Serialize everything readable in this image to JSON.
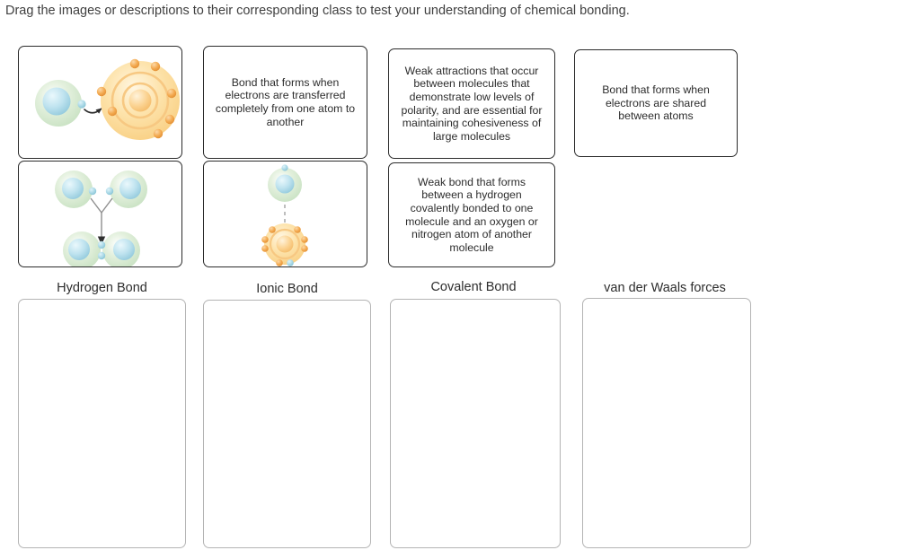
{
  "instruction": "Drag the images or descriptions to their corresponding class to test your understanding of chemical bonding.",
  "cards": {
    "ionic_image": {
      "name": "ionic-bond-illustration",
      "alt": "Small green atom transferring an electron by arrow to a larger orange atom with two electron shells"
    },
    "covalent_image": {
      "name": "covalent-bond-illustration",
      "alt": "Two green atoms above joined by arrow into a pair of overlapping green atoms sharing two electrons"
    },
    "hbond_image": {
      "name": "hydrogen-bond-illustration",
      "alt": "Small green atom connected by a vertical dashed line to a larger orange atom below"
    },
    "ionic_text": "Bond that forms when electrons are transferred completely from one atom to another",
    "vdw_text": "Weak attractions that occur between molecules that demonstrate low levels of polarity, and are essential for maintaining cohesiveness of large molecules",
    "covalent_text": "Bond that forms when electrons are shared between atoms",
    "hbond_text": "Weak bond that forms between a hydrogen covalently bonded to one molecule and an oxygen or nitrogen atom of another molecule"
  },
  "classes": [
    {
      "label": "Hydrogen Bond",
      "dropzone_state": "empty"
    },
    {
      "label": "Ionic Bond",
      "dropzone_state": "empty"
    },
    {
      "label": "Covalent Bond",
      "dropzone_state": "empty"
    },
    {
      "label": "van der Waals forces",
      "dropzone_state": "empty"
    }
  ],
  "colors": {
    "card_border": "#2b2b2b",
    "dropzone_border": "#b4b4b4",
    "text": "#2c2c2c",
    "atom_green_shell": "#d7ead2",
    "atom_green_core": "#b8dce8",
    "atom_orange_shell": "#fbd98b",
    "atom_orange_core": "#f8c46a",
    "electron_orange": "#f0a34a",
    "electron_blue": "#9fd3e3"
  }
}
